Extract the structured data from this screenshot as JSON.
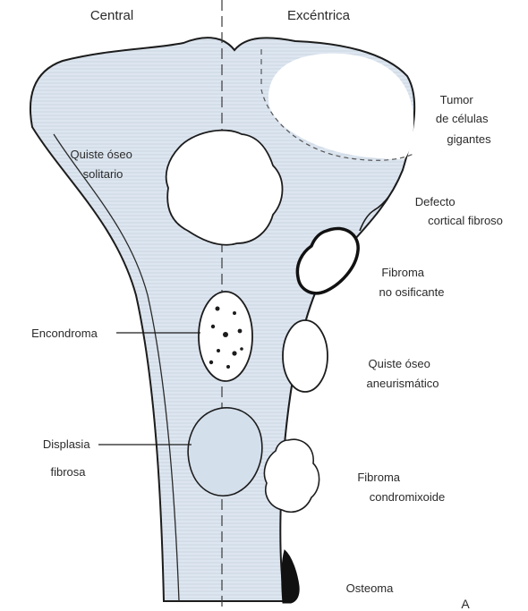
{
  "headers": {
    "left": "Central",
    "right": "Excéntrica"
  },
  "labels": {
    "quiste_oseo_solitario": [
      "Quiste óseo",
      "solitario"
    ],
    "encondroma": [
      "Encondroma"
    ],
    "displasia_fibrosa": [
      "Displasia",
      "fibrosa"
    ],
    "tumor_celulas_gigantes": [
      "Tumor",
      "de células",
      "gigantes"
    ],
    "defecto_cortical_fibroso": [
      "Defecto",
      "cortical fibroso"
    ],
    "fibroma_no_osificante": [
      "Fibroma",
      "no osificante"
    ],
    "quiste_oseo_aneurismatico": [
      "Quiste óseo",
      "aneurismático"
    ],
    "fibroma_condromixoide": [
      "Fibroma",
      "condromixoide"
    ],
    "osteoma": [
      "Osteoma"
    ]
  },
  "panel_label": "A",
  "colors": {
    "bone_fill": "#dde6f0",
    "hatch_line": "#c4d0de",
    "outline": "#1c1c1c",
    "text": "#2a2a2a"
  }
}
